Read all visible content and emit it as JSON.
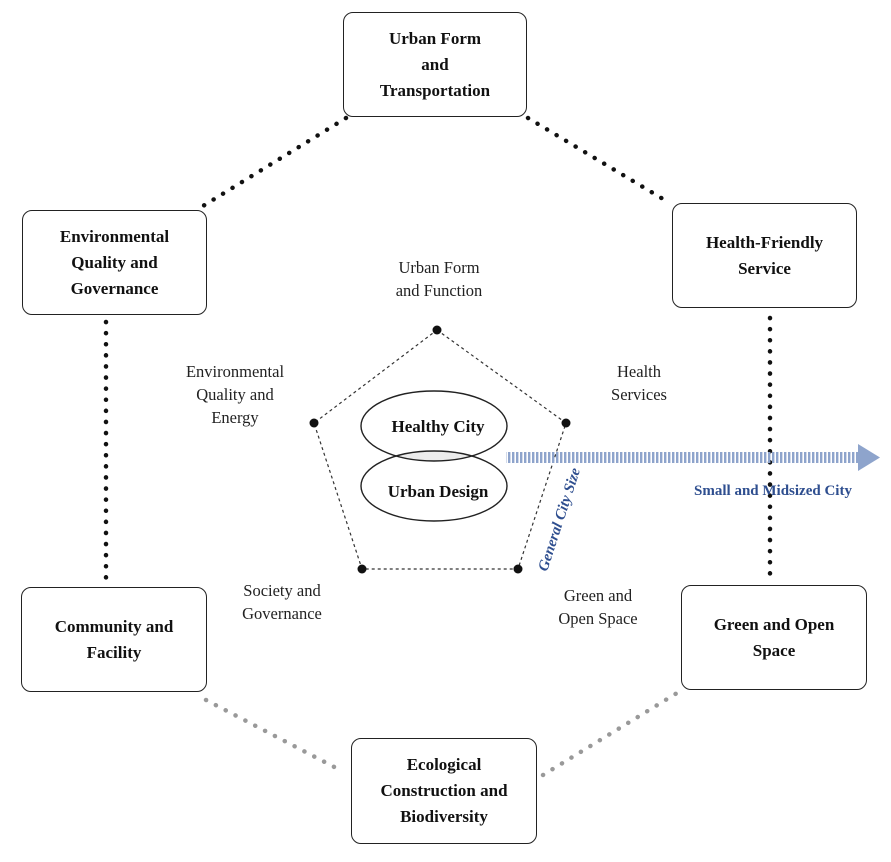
{
  "outer_nodes": {
    "top": "Urban Form\nand\nTransportation",
    "upper_left": "Environmental\nQuality and\nGovernance",
    "upper_right": "Health-Friendly\nService",
    "lower_left": "Community and\nFacility",
    "lower_right": "Green and Open\nSpace",
    "bottom": "Ecological\nConstruction and\nBiodiversity"
  },
  "inner_labels": {
    "top": "Urban Form\nand Function",
    "right": "Health\nServices",
    "left": "Environmental\nQuality and\nEnergy",
    "lower_left": "Society and\nGovernance",
    "lower_right": "Green and\nOpen Space"
  },
  "center": {
    "upper_ellipse": "Healthy City",
    "lower_ellipse": "Urban Design"
  },
  "city_size": {
    "general": "General City Size",
    "small_midsized": "Small and Midsized City"
  },
  "colors": {
    "arrow": "#8ea4cc",
    "city_label": "#2e4e8f",
    "connector_dark": "#111111",
    "connector_light": "#999999",
    "overlap_fill": "#ececec"
  }
}
